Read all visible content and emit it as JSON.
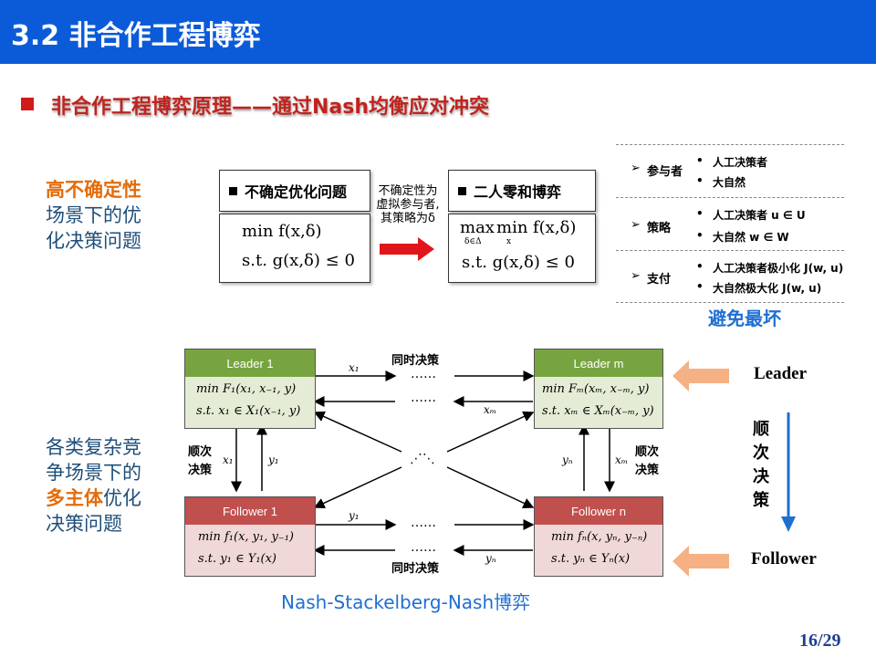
{
  "header": {
    "title": "3.2 非合作工程博弈"
  },
  "subtitle": "非合作工程博弈原理——通过Nash均衡应对冲突",
  "left_top": {
    "line1": "高不确定性",
    "line2": "场景下的优",
    "line3": "化决策问题"
  },
  "left_bottom": {
    "line1": "各类复杂竞",
    "line2": "争场景下的",
    "line3_highlight": "多主体",
    "line3_rest": "优化",
    "line4": "决策问题"
  },
  "uncertain_box": {
    "title": "不确定优化问题",
    "eq1": "min f(x,δ)",
    "eq2": "s.t. g(x,δ) ≤ 0"
  },
  "arrow_note": {
    "line1": "不确定性为",
    "line2": "虚拟参与者,",
    "line3": "其策略为δ"
  },
  "zero_sum_box": {
    "title": "二人零和博弈",
    "eq1_max": "max",
    "eq1_max_sub": "δ∈Δ",
    "eq1_min": "min",
    "eq1_min_sub": "x",
    "eq1_rest": "f(x,δ)",
    "eq2": "s.t. g(x,δ) ≤ 0"
  },
  "game_table": {
    "rows": [
      {
        "label": "参与者",
        "items": [
          "人工决策者",
          "大自然"
        ]
      },
      {
        "label": "策略",
        "items": [
          "人工决策者 u ∈ U",
          "大自然  w ∈ W"
        ]
      },
      {
        "label": "支付",
        "items": [
          "人工决策者极小化 J(w, u)",
          "大自然极大化 J(w, u)"
        ]
      }
    ],
    "row_marker": "➢",
    "item_marker": "•"
  },
  "avoid_worst": "避免最坏",
  "nsn": {
    "leader1": {
      "title": "Leader 1",
      "eq1": "min F₁(x₁, x₋₁, y)",
      "eq2": "s.t. x₁ ∈ X₁(x₋₁, y)"
    },
    "leaderm": {
      "title": "Leader m",
      "eq1": "min Fₘ(xₘ, x₋ₘ, y)",
      "eq2": "s.t. xₘ ∈ Xₘ(x₋ₘ, y)"
    },
    "follower1": {
      "title": "Follower 1",
      "eq1": "min f₁(x, y₁, y₋₁)",
      "eq2": "s.t. y₁ ∈ Y₁(x)"
    },
    "followern": {
      "title": "Follower n",
      "eq1": "min fₙ(x, yₙ, y₋ₙ)",
      "eq2": "s.t. yₙ ∈ Yₙ(x)"
    },
    "simultaneous_top": "同时决策",
    "simultaneous_bottom": "同时决策",
    "dots": "……",
    "center_dots": "⋰⋱",
    "seq_label_left": {
      "l1": "顺次",
      "l2": "决策"
    },
    "seq_label_right": {
      "l1": "顺次",
      "l2": "决策"
    },
    "var_x1_top": "x₁",
    "var_xm_top": "xₘ",
    "var_x1_side": "x₁",
    "var_y1_side": "y₁",
    "var_yn_side": "yₙ",
    "var_xm_side": "xₘ",
    "var_y1_bottom": "y₁",
    "var_yn_bottom": "yₙ"
  },
  "right_side": {
    "leader": "Leader",
    "follower": "Follower",
    "vertical": [
      "顺",
      "次",
      "决",
      "策"
    ]
  },
  "caption": "Nash-Stackelberg-Nash博弈",
  "page_number": "16/29",
  "colors": {
    "header_blue": "#0b5bd9",
    "accent_red": "#c0231e",
    "leader_green": "#77a440",
    "follower_red": "#c0504d",
    "orange_arrow": "#f5b183",
    "blue_text": "#1f6fd1"
  }
}
